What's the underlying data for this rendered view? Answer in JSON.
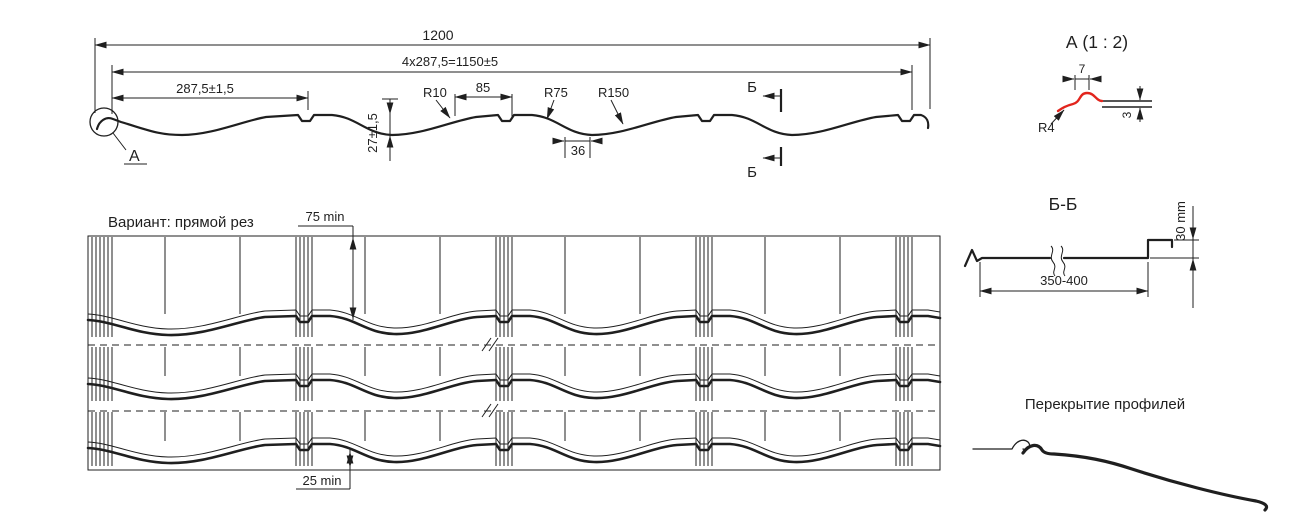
{
  "colors": {
    "line": "#1f1f1f",
    "accent": "#e2251d",
    "background": "#ffffff"
  },
  "cross_section": {
    "dim_total_width": "1200",
    "dim_modules": "4x287,5=1150±5",
    "dim_module_width": "287,5±1,5",
    "dim_radius_r10": "R10",
    "dim_crest_width": "85",
    "dim_radius_r75": "R75",
    "dim_radius_r150": "R150",
    "dim_profile_height": "27±1,5",
    "dim_groove_width": "36",
    "section_label_top": "Б",
    "section_label_bottom": "Б",
    "detail_label": "А"
  },
  "detail_a": {
    "title": "А (1 : 2)",
    "dim_width": "7",
    "dim_radius": "R4",
    "dim_thickness": "3"
  },
  "section_bb": {
    "title": "Б-Б",
    "dim_length": "350-400",
    "dim_step_height": "30 mm"
  },
  "plan_view": {
    "title": "Вариант: прямой рез",
    "dim_top_cut": "75 min",
    "dim_bottom_cut": "25 min"
  },
  "overlap_view": {
    "title": "Перекрытие профилей"
  }
}
